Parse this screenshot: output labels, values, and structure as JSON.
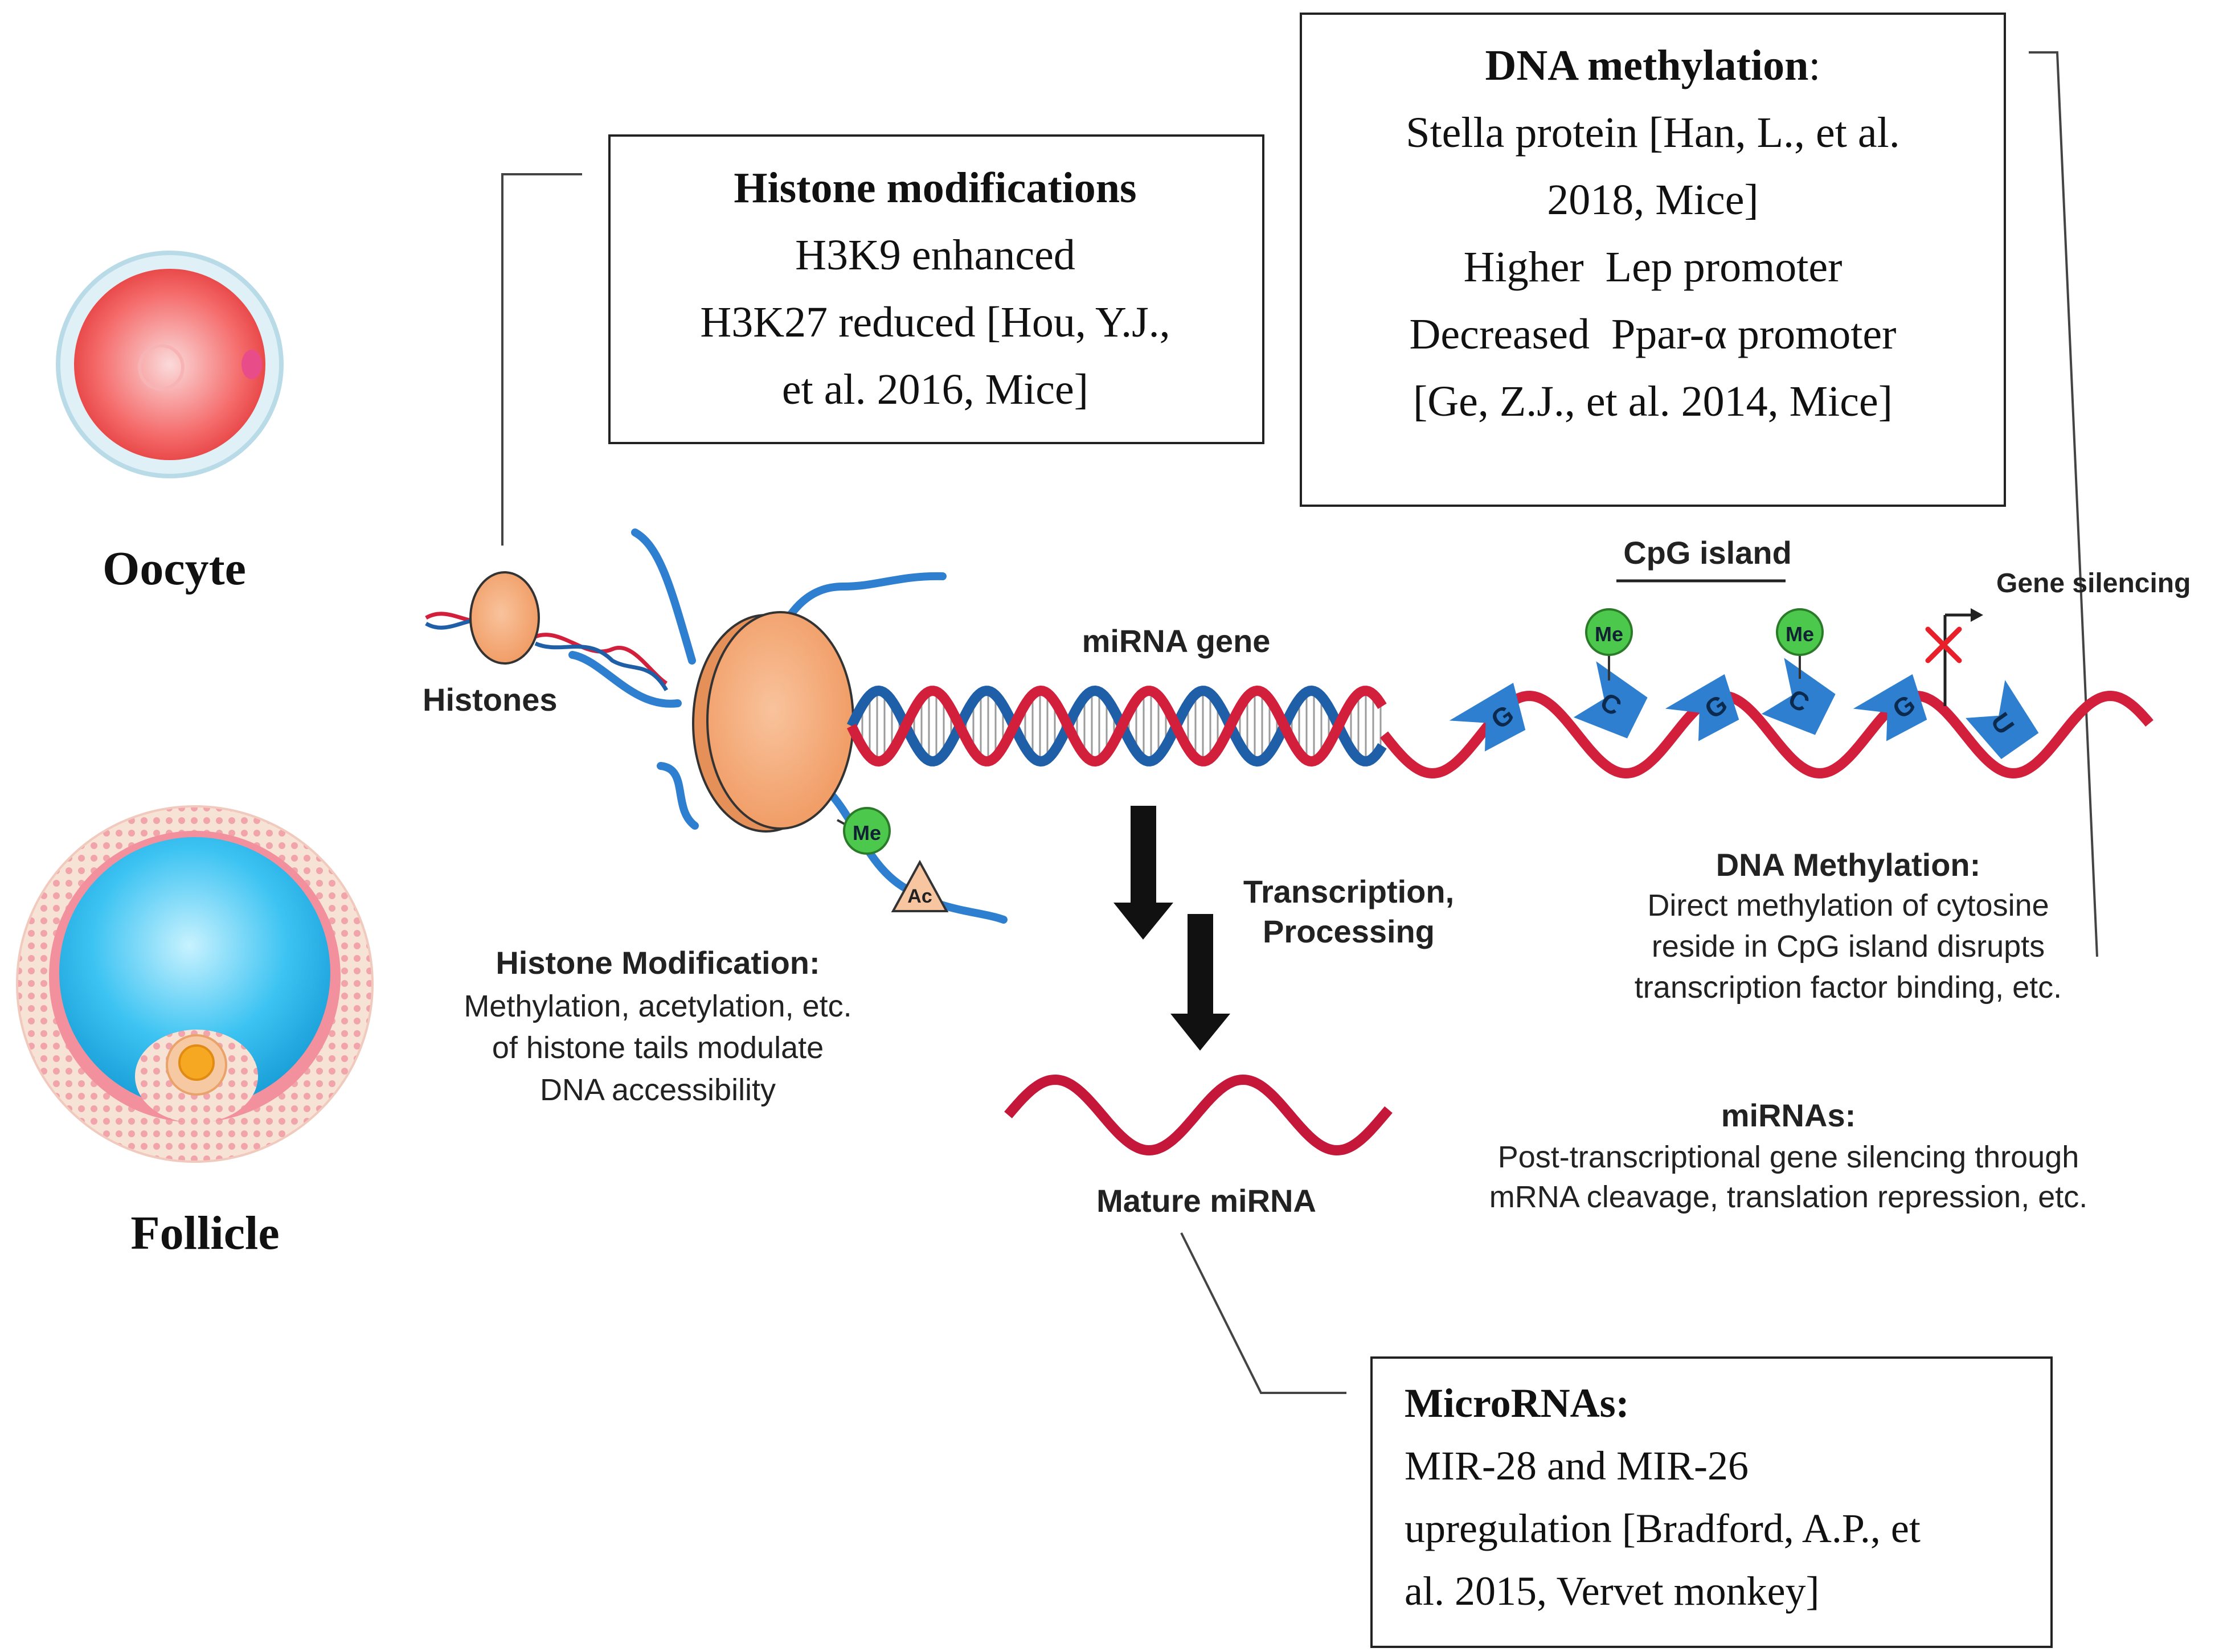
{
  "colors": {
    "dna_red": "#d21f3c",
    "dna_blue": "#1f5fa8",
    "histone": "#f6ad7d",
    "tail_blue": "#2f7fd1",
    "methyl_green": "#4cc94c",
    "cpg_blue": "#2f7fd1",
    "follicle_blue": "#2ab9ef",
    "oocyte_pink": "#f25a5a"
  },
  "cells": {
    "oocyte_label": "Oocyte",
    "follicle_label": "Follicle"
  },
  "boxes": {
    "histone": {
      "title": "Histone modifications",
      "lines": [
        "H3K9 enhanced",
        "H3K27 reduced [Hou, Y.J.,",
        "et al. 2016, Mice]"
      ]
    },
    "dna_methylation": {
      "title": "DNA methylation",
      "title_suffix": ":",
      "lines": [
        "Stella protein [Han, L., et al.",
        "2018, Mice]",
        "Higher  Lep promoter",
        "Decreased  Ppar-α promoter",
        "[Ge, Z.J., et al. 2014, Mice]"
      ]
    },
    "micrornas": {
      "title": "MicroRNAs:",
      "lines": [
        "MIR-28 and MIR-26",
        "upregulation [Bradford, A.P., et",
        "al. 2015, Vervet monkey]"
      ]
    }
  },
  "diagram": {
    "histones_label": "Histones",
    "mirna_gene_label": "miRNA gene",
    "cpg_island_label": "CpG island",
    "gene_silencing_label": "Gene silencing",
    "me_label": "Me",
    "ac_label": "Ac",
    "bases": [
      "G",
      "C",
      "G",
      "C",
      "G",
      "U"
    ],
    "transcription_lines": [
      "Transcription,",
      "Processing"
    ],
    "mature_mirna_label": "Mature miRNA",
    "histone_modification": {
      "title": "Histone Modification:",
      "lines": [
        "Methylation, acetylation, etc.",
        "of histone tails modulate",
        "DNA accessibility"
      ]
    },
    "dna_methylation_desc": {
      "title": "DNA Methylation:",
      "lines": [
        "Direct methylation of cytosine",
        "reside in CpG island disrupts",
        "transcription factor binding, etc."
      ]
    },
    "mirnas_desc": {
      "title": "miRNAs:",
      "lines": [
        "Post-transcriptional gene silencing through",
        "mRNA cleavage, translation repression, etc."
      ]
    }
  }
}
